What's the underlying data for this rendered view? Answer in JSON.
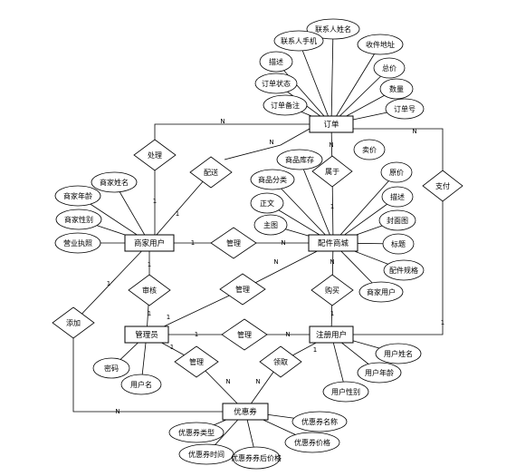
{
  "entities": [
    {
      "id": "order",
      "label": "订单"
    },
    {
      "id": "merchant",
      "label": "商家用户"
    },
    {
      "id": "store",
      "label": "配件商城"
    },
    {
      "id": "admin",
      "label": "管理员"
    },
    {
      "id": "user",
      "label": "注册用户"
    },
    {
      "id": "coupon",
      "label": "优惠券"
    }
  ],
  "relationships": [
    {
      "id": "r_process",
      "label": "处理"
    },
    {
      "id": "r_deliver",
      "label": "配送"
    },
    {
      "id": "r_belong",
      "label": "属于"
    },
    {
      "id": "r_pay",
      "label": "支付"
    },
    {
      "id": "r_manage_store",
      "label": "管理"
    },
    {
      "id": "r_audit",
      "label": "审核"
    },
    {
      "id": "r_manage2",
      "label": "管理"
    },
    {
      "id": "r_buy",
      "label": "购买"
    },
    {
      "id": "r_add",
      "label": "添加"
    },
    {
      "id": "r_manage_user",
      "label": "管理"
    },
    {
      "id": "r_manage_coupon",
      "label": "管理"
    },
    {
      "id": "r_claim",
      "label": "领取"
    }
  ],
  "attributes": [
    {
      "id": "a_contact_name",
      "label": "联系人姓名"
    },
    {
      "id": "a_contact_phone",
      "label": "联系人手机"
    },
    {
      "id": "a_address",
      "label": "收件地址"
    },
    {
      "id": "a_desc_order",
      "label": "描述"
    },
    {
      "id": "a_total",
      "label": "总价"
    },
    {
      "id": "a_status",
      "label": "订单状态"
    },
    {
      "id": "a_qty",
      "label": "数量"
    },
    {
      "id": "a_remark",
      "label": "订单备注"
    },
    {
      "id": "a_order_no",
      "label": "订单号"
    },
    {
      "id": "a_stock",
      "label": "商品库存"
    },
    {
      "id": "a_sale_price",
      "label": "卖价"
    },
    {
      "id": "a_category",
      "label": "商品分类"
    },
    {
      "id": "a_orig_price",
      "label": "原价"
    },
    {
      "id": "a_body",
      "label": "正文"
    },
    {
      "id": "a_desc_store",
      "label": "描述"
    },
    {
      "id": "a_main_img",
      "label": "主图"
    },
    {
      "id": "a_cover",
      "label": "封面图"
    },
    {
      "id": "a_title",
      "label": "标题"
    },
    {
      "id": "a_spec",
      "label": "配件规格"
    },
    {
      "id": "a_merchant_user",
      "label": "商家用户"
    },
    {
      "id": "a_mer_name",
      "label": "商家姓名"
    },
    {
      "id": "a_mer_age",
      "label": "商家年龄"
    },
    {
      "id": "a_mer_gender",
      "label": "商家性别"
    },
    {
      "id": "a_license",
      "label": "营业执照"
    },
    {
      "id": "a_password",
      "label": "密码"
    },
    {
      "id": "a_username",
      "label": "用户名"
    },
    {
      "id": "a_user_name",
      "label": "用户姓名"
    },
    {
      "id": "a_user_age",
      "label": "用户年龄"
    },
    {
      "id": "a_user_gender",
      "label": "用户性别"
    },
    {
      "id": "a_coupon_type",
      "label": "优惠券类型"
    },
    {
      "id": "a_coupon_name",
      "label": "优惠券名称"
    },
    {
      "id": "a_coupon_price",
      "label": "优惠券价格"
    },
    {
      "id": "a_coupon_time",
      "label": "优惠券时间"
    },
    {
      "id": "a_coupon_after",
      "label": "优惠券券后价格"
    }
  ],
  "cardinalities": [
    {
      "id": "c_ord_left",
      "label": "N"
    },
    {
      "id": "c_ord_bottom",
      "label": "N"
    },
    {
      "id": "c_ord_right",
      "label": "N"
    },
    {
      "id": "c_ord_mid",
      "label": "N"
    },
    {
      "id": "c_mer_top",
      "label": "1"
    },
    {
      "id": "c_mer_deliver",
      "label": "1"
    },
    {
      "id": "c_mer_right",
      "label": "1"
    },
    {
      "id": "c_mer_bottom",
      "label": "1"
    },
    {
      "id": "c_mer_add",
      "label": "1"
    },
    {
      "id": "c_store_left",
      "label": "N"
    },
    {
      "id": "c_store_top",
      "label": "1"
    },
    {
      "id": "c_store_manage",
      "label": "N"
    },
    {
      "id": "c_store_bottom",
      "label": "N"
    },
    {
      "id": "c_adm_top",
      "label": "1"
    },
    {
      "id": "c_adm_manage",
      "label": "1"
    },
    {
      "id": "c_adm_right",
      "label": "1"
    },
    {
      "id": "c_adm_coupon",
      "label": "1"
    },
    {
      "id": "c_user_left",
      "label": "N"
    },
    {
      "id": "c_user_top",
      "label": "1"
    },
    {
      "id": "c_user_right",
      "label": "1"
    },
    {
      "id": "c_user_claim",
      "label": "1"
    },
    {
      "id": "c_cou_left",
      "label": "N"
    },
    {
      "id": "c_cou_top1",
      "label": "N"
    },
    {
      "id": "c_cou_top2",
      "label": "N"
    }
  ]
}
